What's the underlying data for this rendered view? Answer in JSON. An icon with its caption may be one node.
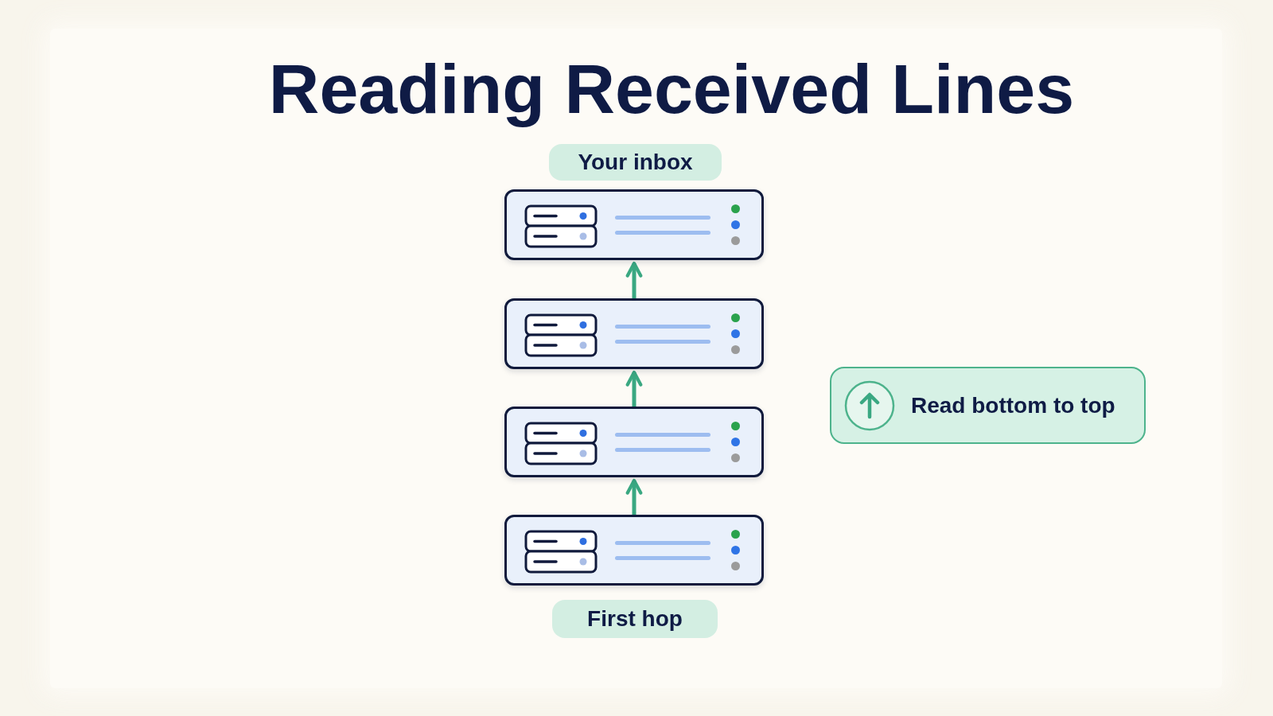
{
  "diagram": {
    "title": "Reading Received Lines",
    "nodes": [
      {
        "text": [
          "Your inbox"
        ]
      },
      {
        "text": [],
        "shape": "box"
      },
      {
        "text": [],
        "shape": "box"
      },
      {
        "text": [],
        "shape": "box"
      },
      {
        "text": [],
        "shape": "box"
      },
      {
        "text": [
          "First hop"
        ]
      },
      {
        "text": [
          "Read bottom to top"
        ]
      }
    ],
    "edges": [
      {
        "from": 2,
        "to": 1,
        "arrow": "to"
      },
      {
        "from": 3,
        "to": 2,
        "arrow": "to"
      },
      {
        "from": 4,
        "to": 3,
        "arrow": "to"
      }
    ]
  }
}
